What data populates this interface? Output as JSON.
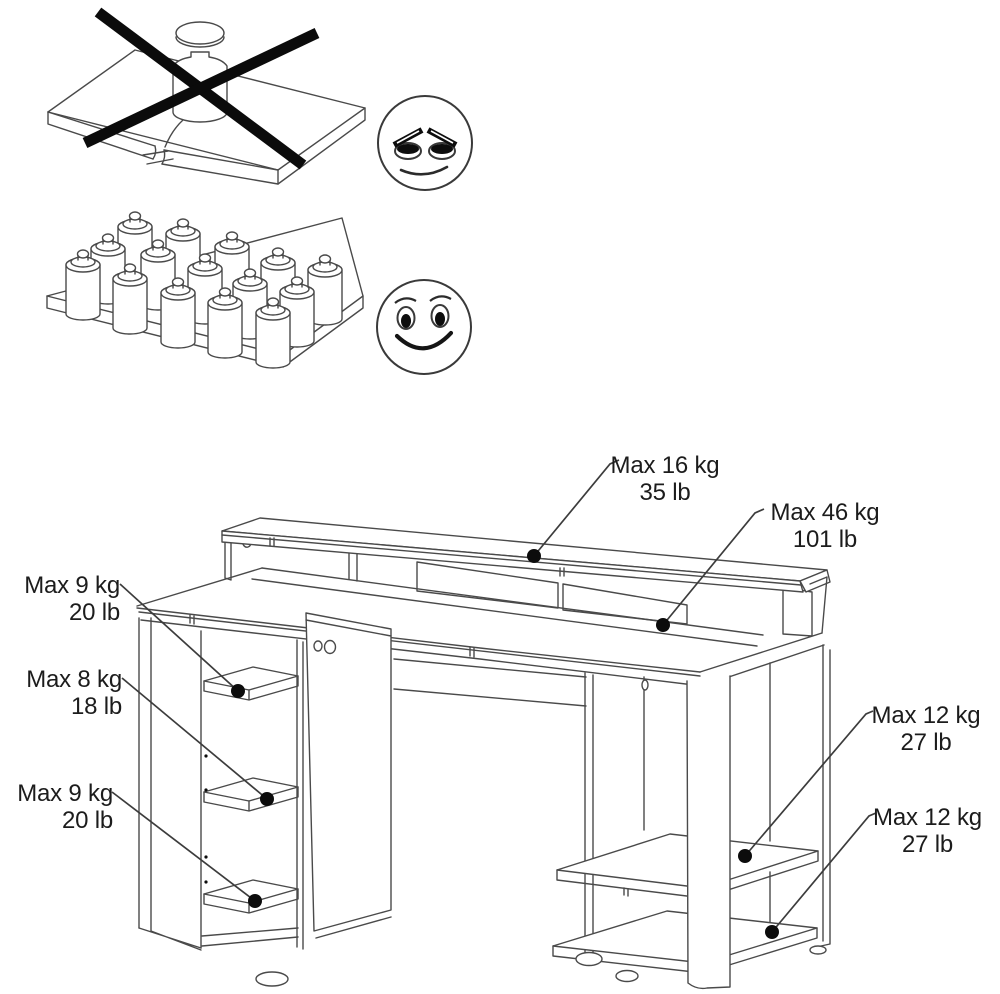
{
  "page": {
    "background": "#ffffff"
  },
  "warnings": {
    "bad": {
      "icon": "angry-face",
      "meaning": "do-not-concentrate-load-in-one-spot",
      "weights_count": 1
    },
    "good": {
      "icon": "smiley-face",
      "meaning": "distribute-load-evenly",
      "weights_count": 15
    }
  },
  "labels": [
    {
      "id": "top-shelf",
      "kg": "Max 16 kg",
      "lb": "35 lb"
    },
    {
      "id": "desktop",
      "kg": "Max 46 kg",
      "lb": "101 lb"
    },
    {
      "id": "left-shelf-top",
      "kg": "Max 9 kg",
      "lb": "20 lb"
    },
    {
      "id": "left-shelf-middle",
      "kg": "Max 8 kg",
      "lb": "18 lb"
    },
    {
      "id": "left-shelf-bottom",
      "kg": "Max 9 kg",
      "lb": "20 lb"
    },
    {
      "id": "right-shelf-top",
      "kg": "Max 12 kg",
      "lb": "27 lb"
    },
    {
      "id": "right-shelf-bottom",
      "kg": "Max 12 kg",
      "lb": "27 lb"
    }
  ],
  "colors": {
    "line": "#4a4a4a",
    "text": "#1c1c1c",
    "cross": "#0b0b0b",
    "dot": "#0c0c0c"
  }
}
